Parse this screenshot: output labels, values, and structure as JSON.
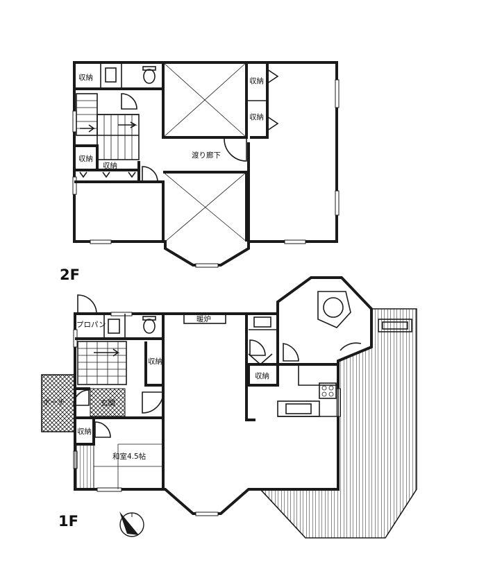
{
  "floors": {
    "upper": {
      "label": "2F",
      "rooms": {
        "storage_a": "収納",
        "storage_b": "収納",
        "storage_c": "収納",
        "storage_d": "収納",
        "storage_e": "収納",
        "corridor": "渡り廊下"
      }
    },
    "lower": {
      "label": "1F",
      "rooms": {
        "propane": "プロパン",
        "fireplace": "暖炉",
        "storage_a": "収納",
        "storage_b": "収納",
        "storage_c": "収納",
        "porch": "ポーチ",
        "entrance": "玄関",
        "japanese_room": "和室4.5帖"
      }
    }
  },
  "colors": {
    "line": "#1a1a1a",
    "background": "#ffffff"
  },
  "icons": {
    "compass": "north-arrow-icon"
  }
}
